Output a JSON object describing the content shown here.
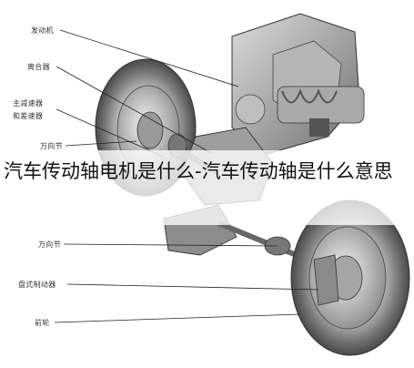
{
  "caption": "汽车传动轴电机是什么-汽车传动轴是什么意思",
  "labels": {
    "engine": "发动机",
    "clutch": "离合器",
    "main_reducer_line1": "主减速器",
    "main_reducer_line2": "和差速器",
    "universal_joint_upper": "万向节",
    "universal_joint_lower": "万向节",
    "disc_brake": "盘式制动器",
    "front_wheel": "前轮"
  },
  "colors": {
    "line": "#222222",
    "metal": "#8c8c8c",
    "tire": "#3a3a3a"
  }
}
